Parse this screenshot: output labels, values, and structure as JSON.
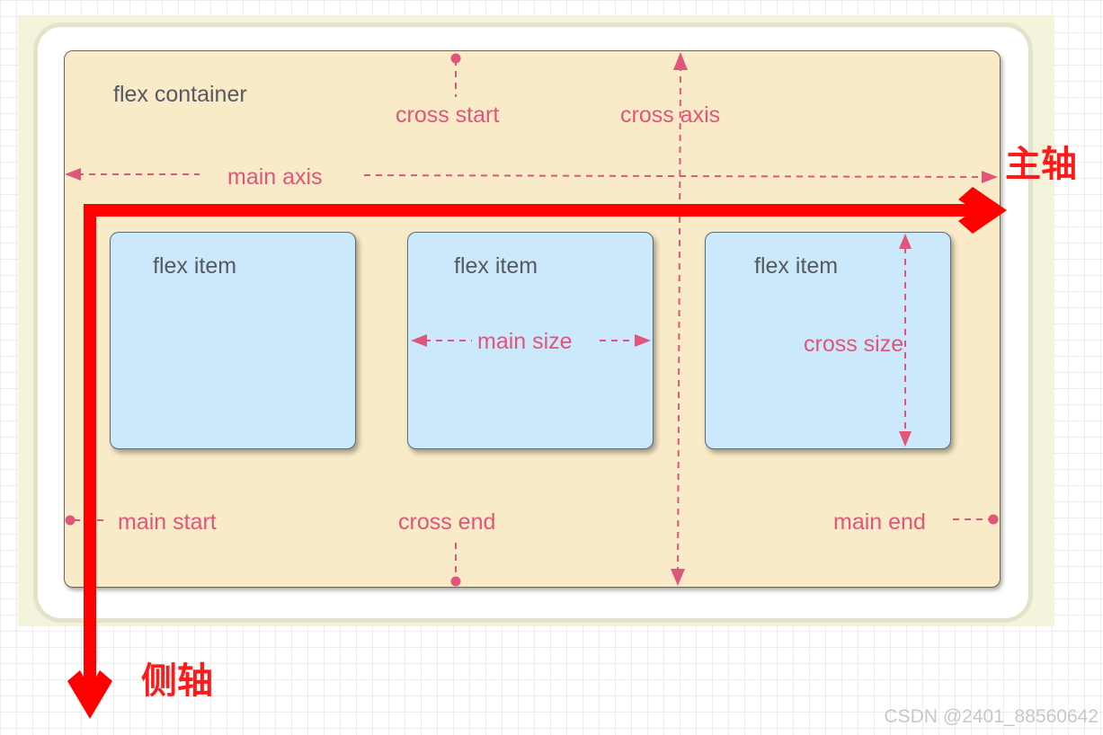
{
  "container": {
    "label": "flex container"
  },
  "items": [
    {
      "label": "flex item"
    },
    {
      "label": "flex item"
    },
    {
      "label": "flex item"
    }
  ],
  "annotations": {
    "cross_start": "cross start",
    "cross_axis": "cross axis",
    "main_axis": "main axis",
    "main_size": "main size",
    "cross_size": "cross size",
    "main_start": "main start",
    "cross_end": "cross end",
    "main_end": "main end"
  },
  "overlay": {
    "main_axis_cn": "主轴",
    "cross_axis_cn": "侧轴"
  },
  "watermark": "CSDN @2401_88560642",
  "colors": {
    "container_fill": "#f9ebc8",
    "item_fill": "#cce8fb",
    "annotation_pink": "#e0557a",
    "overlay_red": "#ff0000"
  }
}
